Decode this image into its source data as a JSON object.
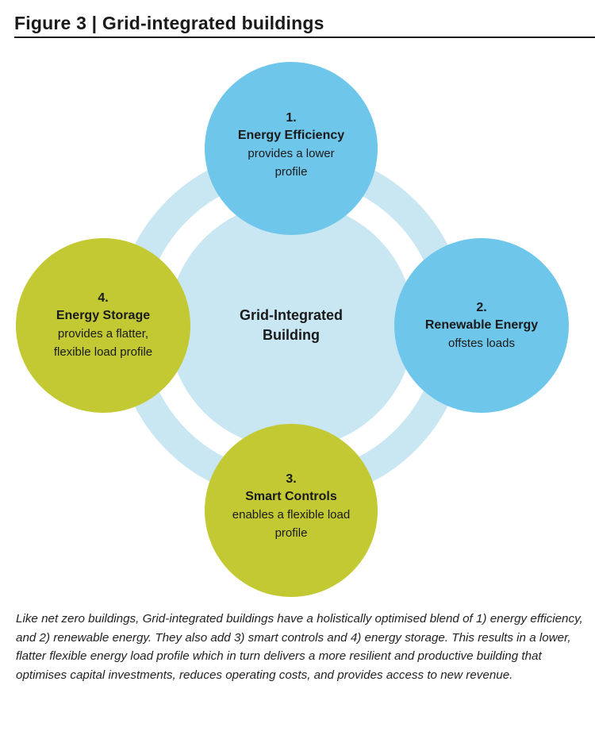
{
  "figure": {
    "title": "Figure 3 | Grid-integrated buildings"
  },
  "diagram": {
    "center": {
      "title": "Grid-Integrated Building"
    },
    "nodes": [
      {
        "number": "1.",
        "title": "Energy Efficiency",
        "description": "provides a lower profile",
        "color": "#6ec6ea"
      },
      {
        "number": "2.",
        "title": "Renewable Energy",
        "description": "offstes loads",
        "color": "#6ec6ea"
      },
      {
        "number": "3.",
        "title": "Smart Controls",
        "description": "enables a flexible load profile",
        "color": "#c2c932"
      },
      {
        "number": "4.",
        "title": "Energy Storage",
        "description": "provides a flatter, flexible load profile",
        "color": "#c2c932"
      }
    ],
    "ring_color": "#c9e6f3",
    "center_color": "#c9e6f3"
  },
  "caption": "Like net zero buildings, Grid-integrated buildings have a holistically optimised blend of 1) energy efficiency, and 2) renewable energy. They also add 3) smart controls and 4) energy storage. This results in a lower, flatter flexible energy load profile which in turn delivers a more resilient and productive building that optimises capital investments, reduces operating costs, and provides access to new revenue."
}
